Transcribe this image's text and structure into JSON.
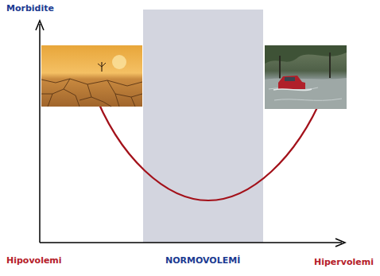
{
  "diagram": {
    "labels": [
      "Morbidite",
      "Hipovolemi",
      "NORMOVOLEMİ",
      "Hipervolemi"
    ]
  }
}
